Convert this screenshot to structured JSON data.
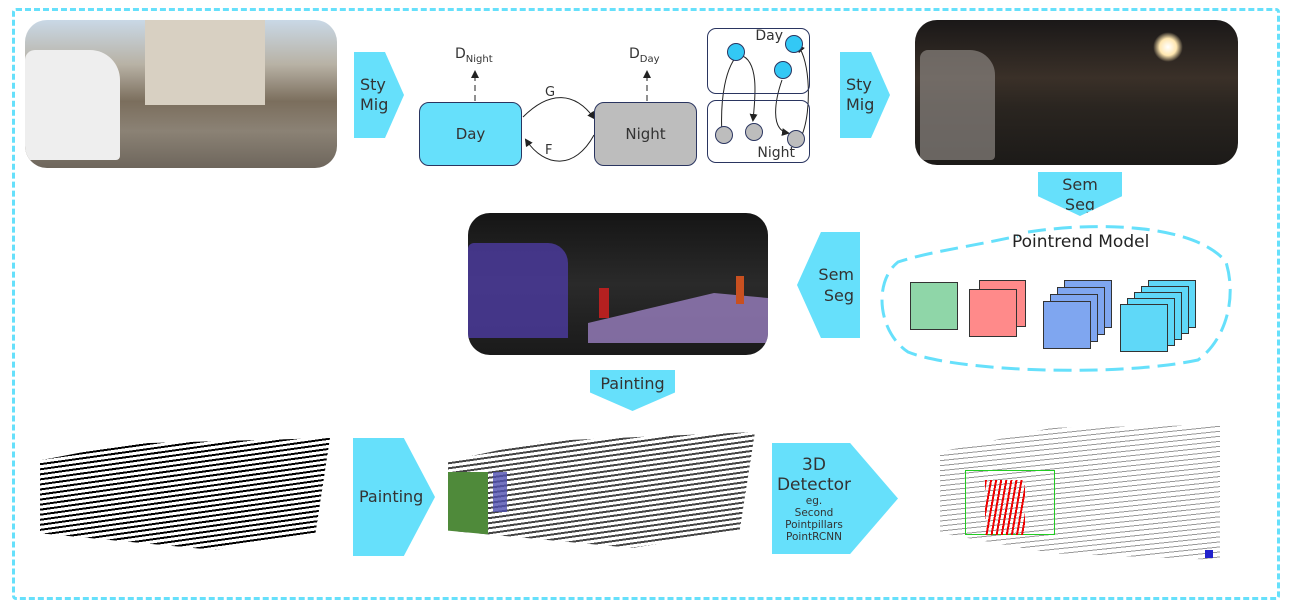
{
  "arrows": {
    "style_migration_1": [
      "Sty",
      "Mig"
    ],
    "style_migration_2": [
      "Sty",
      "Mig"
    ],
    "sem_seg_down": [
      "Sem",
      "Seg"
    ],
    "sem_seg_left": [
      "Sem",
      "Seg"
    ],
    "painting_down": "Painting",
    "painting_right": "Painting",
    "detector": {
      "title": [
        "3D",
        "Detector"
      ],
      "examples": [
        "eg.",
        "Second",
        "Pointpillars",
        "PointRCNN"
      ]
    }
  },
  "cyclegan": {
    "day": "Day",
    "night": "Night",
    "g": "G",
    "f": "F",
    "d_night": {
      "base": "D",
      "sub": "Night"
    },
    "d_day": {
      "base": "D",
      "sub": "Day"
    },
    "cluster_day": "Day",
    "cluster_night": "Night"
  },
  "pointrend": {
    "title": "Pointrend Model"
  },
  "colors": {
    "accent": "#66e0fb",
    "day": "#66e0fb",
    "night": "#bdbdbd",
    "green": "#8fd6a8",
    "red": "#ff8a8a",
    "blue": "#7fa6f0",
    "cyan": "#5fd8f8"
  }
}
